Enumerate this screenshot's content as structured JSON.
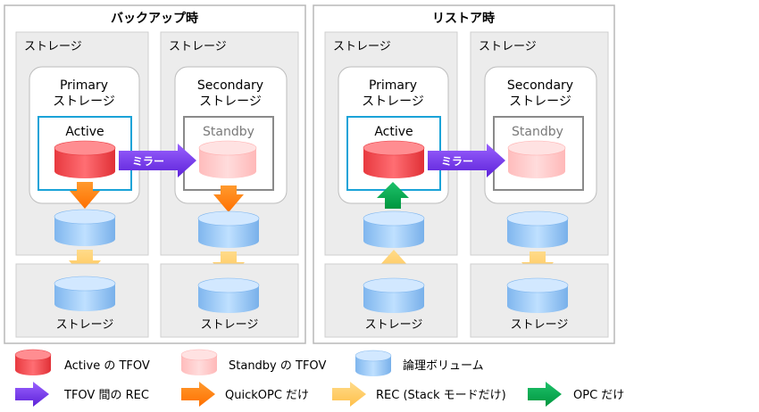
{
  "panels": {
    "backup": {
      "title": "バックアップ時",
      "storage_label": "ストレージ",
      "primary": {
        "line1": "Primary",
        "line2": "ストレージ",
        "state": "Active"
      },
      "secondary": {
        "line1": "Secondary",
        "line2": "ストレージ",
        "state": "Standby"
      },
      "mirror_label": "ミラー",
      "bottom_left_label": "ストレージ",
      "bottom_right_label": "ストレージ"
    },
    "restore": {
      "title": "リストア時",
      "storage_label": "ストレージ",
      "primary": {
        "line1": "Primary",
        "line2": "ストレージ",
        "state": "Active"
      },
      "secondary": {
        "line1": "Secondary",
        "line2": "ストレージ",
        "state": "Standby"
      },
      "mirror_label": "ミラー",
      "bottom_left_label": "ストレージ",
      "bottom_right_label": "ストレージ"
    }
  },
  "legend": {
    "active_tfov": "Active の TFOV",
    "standby_tfov": "Standby の TFOV",
    "logical_volume": "論理ボリューム",
    "rec_between_tfov": "TFOV 間の REC",
    "quickopc_only": "QuickOPC だけ",
    "rec_stack_only": "REC (Stack モードだけ)",
    "opc_only": "OPC だけ"
  },
  "colors": {
    "active": "#f2545b",
    "standby": "#ffc9c9",
    "volume": "#9ccaf5",
    "mirror_arrow": "#7a3cf0",
    "quickopc_arrow": "#ff7f00",
    "rec_stack_arrow": "#ffc85a",
    "opc_arrow": "#00a651",
    "active_border": "#1aa3d8",
    "standby_border": "#8a8a8a"
  }
}
